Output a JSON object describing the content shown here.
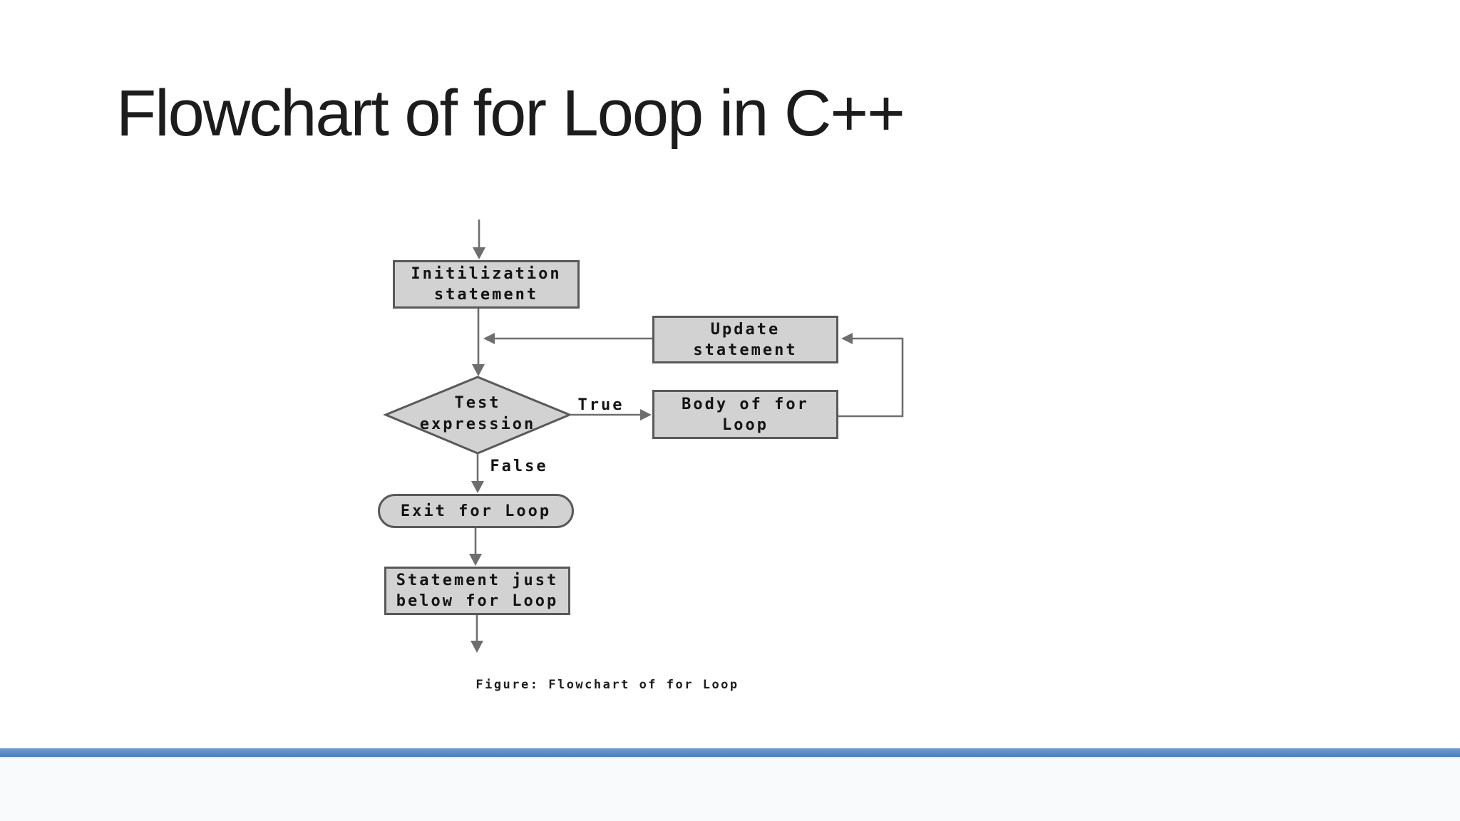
{
  "slide": {
    "title": "Flowchart of for Loop in C++",
    "figure_caption": "Figure: Flowchart of for Loop"
  },
  "flowchart": {
    "nodes": {
      "init": "Initilization\nstatement",
      "update": "Update\nstatement",
      "test": "Test\nexpression",
      "body": "Body of for\nLoop",
      "exit": "Exit for Loop",
      "below": "Statement just\nbelow for Loop"
    },
    "edge_labels": {
      "true": "True",
      "false": "False"
    }
  },
  "colors": {
    "node_fill": "#d2d2d2",
    "node_border": "#595959",
    "connector": "#6e6e6e",
    "accent_bar": "#4a7db9",
    "accent_bar_light": "#749cce",
    "footer_bg": "#f9fafc",
    "text": "#141414",
    "title_color": "#1c1c1c"
  }
}
